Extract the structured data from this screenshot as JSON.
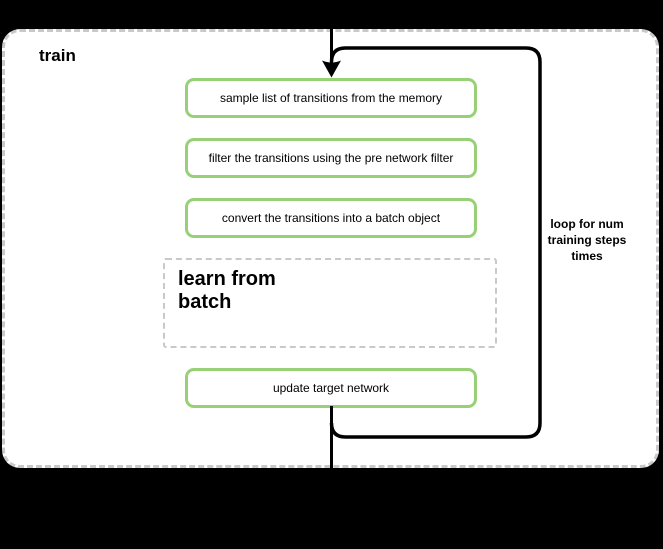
{
  "diagram": {
    "title": "train",
    "steps": [
      "sample list of transitions from the memory",
      "filter the transitions using the pre network filter",
      "convert the transitions into a batch object"
    ],
    "subprocess_label": "learn from batch",
    "final_step": "update target network",
    "loop_annotation": "loop for num training steps times"
  },
  "colors": {
    "canvas_bg": "#000000",
    "container_bg": "#ffffff",
    "dashed_border": "#c9c9c9",
    "step_border": "#97d077",
    "line": "#000000"
  }
}
